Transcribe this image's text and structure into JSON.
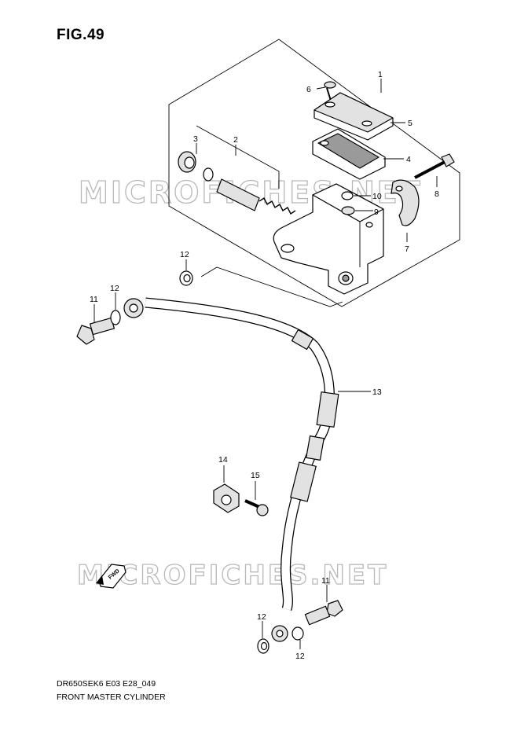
{
  "figure": {
    "title": "FIG.49"
  },
  "footer": {
    "model_code": "DR650SEK6 E03 E28_049",
    "diagram_name": "FRONT MASTER CYLINDER"
  },
  "watermark": {
    "text_top": "MICROFICHES.NET",
    "text_bottom": "MICROFICHES.NET"
  },
  "badge": {
    "label": "FWD"
  },
  "callouts": {
    "c1": "1",
    "c2": "2",
    "c3": "3",
    "c4": "4",
    "c5": "5",
    "c6": "6",
    "c7": "7",
    "c8": "8",
    "c9": "9",
    "c10": "10",
    "c11a": "11",
    "c11b": "11",
    "c12a": "12",
    "c12b": "12",
    "c12c": "12",
    "c12d": "12",
    "c13": "13",
    "c14": "14",
    "c15": "15"
  }
}
